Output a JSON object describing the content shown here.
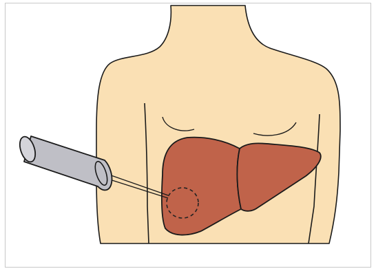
{
  "colors": {
    "background": "#ffffff",
    "frame": "#c8c8c8",
    "skin": "#fae0b4",
    "outline": "#1a1a1a",
    "liver": "#c0634a",
    "probe_body": "#bfbfc6",
    "probe_end": "#d4d4da",
    "lesion_outline": "#222222"
  },
  "icons": {
    "torso": "torso-illustration",
    "liver": "liver-illustration",
    "probe": "needle-probe-icon",
    "lesion": "target-lesion-circle"
  }
}
